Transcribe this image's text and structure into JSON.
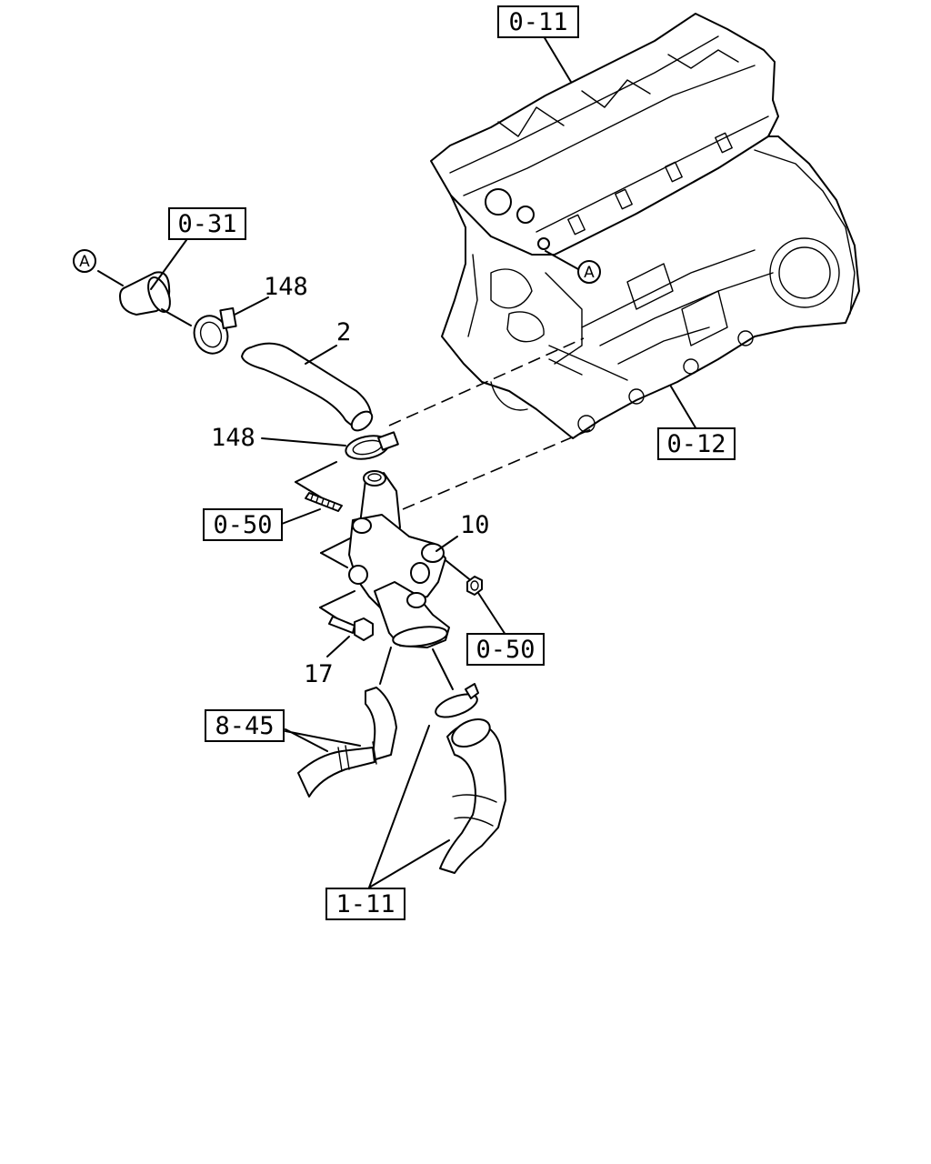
{
  "refs": {
    "r011": "0-11",
    "r031": "0-31",
    "r012": "0-12",
    "r050a": "0-50",
    "r050b": "0-50",
    "r845": "8-45",
    "r111": "1-11"
  },
  "parts": {
    "p148a": "148",
    "p2": "2",
    "p148b": "148",
    "p10": "10",
    "p17": "17"
  },
  "markers": {
    "a_left": "A",
    "a_right": "A"
  }
}
